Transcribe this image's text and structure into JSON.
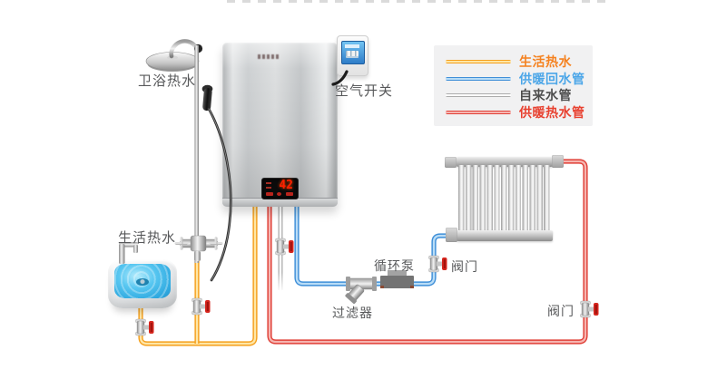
{
  "diagram": {
    "legend": {
      "items": [
        {
          "label": "生活热水",
          "text_color": "#f58220"
        },
        {
          "label": "供暖回水管",
          "text_color": "#4ba6e8"
        },
        {
          "label": "自来水管",
          "text_color": "#4d4d4d"
        },
        {
          "label": "供暖热水管",
          "text_color": "#e8402f"
        }
      ]
    },
    "pipes": {
      "domestic_hot_water": {
        "outer": "#f5a01e",
        "core": "#ffe6a6"
      },
      "heating_return": {
        "outer": "#3f8fd8",
        "core": "#b9ddf7"
      },
      "tap_water": {
        "outer": "#ababab",
        "core": "#ffffff"
      },
      "heating_supply": {
        "outer": "#e04038",
        "core": "#f6b5b0"
      }
    },
    "labels": {
      "shower_hot_water": "卫浴热水",
      "air_switch": "空气开关",
      "sink_hot_water": "生活热水",
      "circulation_pump": "循环泵",
      "radiator_valve": "阀门",
      "filter": "过滤器",
      "return_valve": "阀门"
    },
    "heater": {
      "display_temperature": "42"
    }
  }
}
